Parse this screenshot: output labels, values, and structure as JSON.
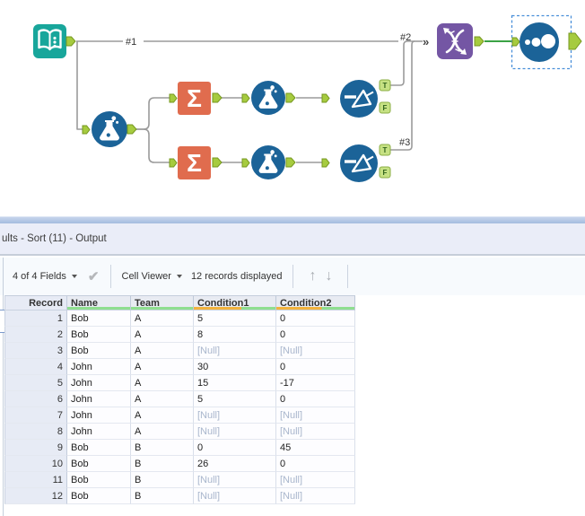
{
  "canvas": {
    "connection_labels": [
      "#1",
      "#2",
      "#3"
    ],
    "anchor_true": "T",
    "anchor_false": "F",
    "multi_input_marker": "»",
    "tools": [
      "input-data",
      "formula",
      "summarize",
      "summarize",
      "formula",
      "formula",
      "filter",
      "filter",
      "union",
      "browse"
    ]
  },
  "icons": {
    "sigma": "Σ",
    "check": "✔",
    "up": "↑",
    "down": "↓"
  },
  "results": {
    "title": "ults - Sort (11) - Output",
    "toolbar": {
      "fields_label": "4 of 4 Fields",
      "cell_viewer_label": "Cell Viewer",
      "records_label": "12 records displayed"
    },
    "table": {
      "columns": [
        {
          "label": "Record",
          "width": 70,
          "bar": "none",
          "rec": true
        },
        {
          "label": "Name",
          "width": 71,
          "bar": "green"
        },
        {
          "label": "Team",
          "width": 70,
          "bar": "green"
        },
        {
          "label": "Condition1",
          "width": 92,
          "bar": "orange-green"
        },
        {
          "label": "Condition2",
          "width": 88,
          "bar": "orange-green"
        }
      ],
      "rows": [
        [
          "1",
          "Bob",
          "A",
          "5",
          "0"
        ],
        [
          "2",
          "Bob",
          "A",
          "8",
          "0"
        ],
        [
          "3",
          "Bob",
          "A",
          "[Null]",
          "[Null]"
        ],
        [
          "4",
          "John",
          "A",
          "30",
          "0"
        ],
        [
          "5",
          "John",
          "A",
          "15",
          "-17"
        ],
        [
          "6",
          "John",
          "A",
          "5",
          "0"
        ],
        [
          "7",
          "John",
          "A",
          "[Null]",
          "[Null]"
        ],
        [
          "8",
          "John",
          "A",
          "[Null]",
          "[Null]"
        ],
        [
          "9",
          "Bob",
          "B",
          "0",
          "45"
        ],
        [
          "10",
          "Bob",
          "B",
          "26",
          "0"
        ],
        [
          "11",
          "Bob",
          "B",
          "[Null]",
          "[Null]"
        ],
        [
          "12",
          "Bob",
          "B",
          "[Null]",
          "[Null]"
        ]
      ],
      "null_text": "[Null]"
    }
  },
  "colors": {
    "input_tool": "#18A69B",
    "blue_tool": "#1B6398",
    "summarize_tool": "#E06C4E",
    "union_tool": "#7456A4",
    "anchor_green": "#A6CB3F",
    "anchor_border": "#75971F",
    "connection_gray": "#9B9B9B",
    "connection_green": "#3BA245",
    "selection_blue": "#4A90D9",
    "string_type_bar": "#8FDE8F",
    "numeric_type_bar": "#F2B33D",
    "splitter_bar": "#AEC3E3"
  }
}
